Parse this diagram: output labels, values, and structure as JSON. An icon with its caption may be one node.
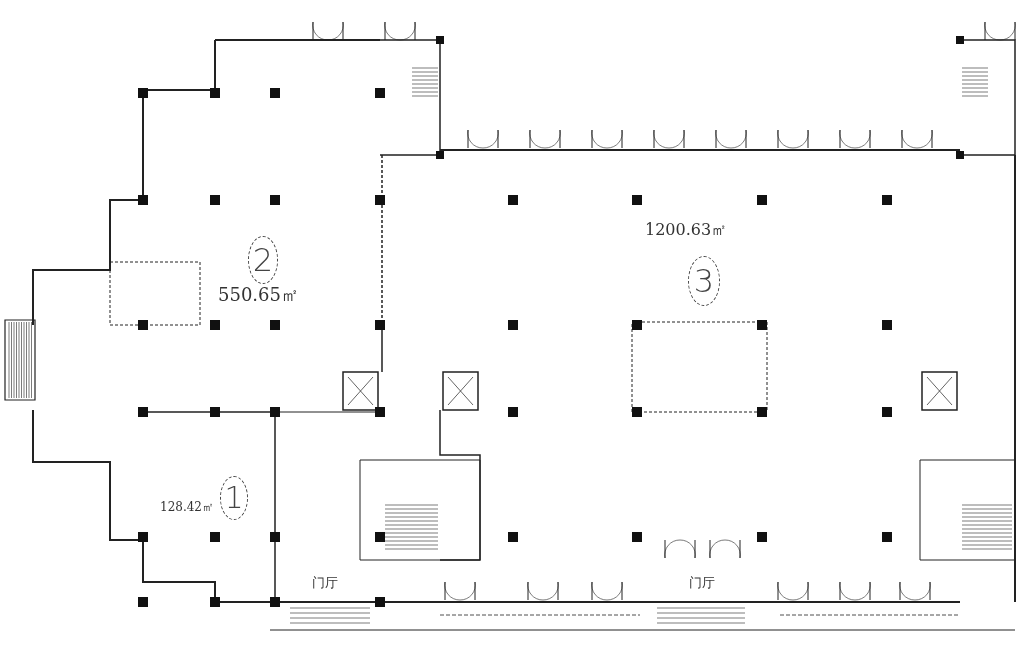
{
  "diagram": {
    "labels": [
      "2",
      "550.65㎡",
      "1200.63㎡",
      "3",
      "1",
      "128.42㎡",
      "门厅",
      "门厅"
    ]
  }
}
